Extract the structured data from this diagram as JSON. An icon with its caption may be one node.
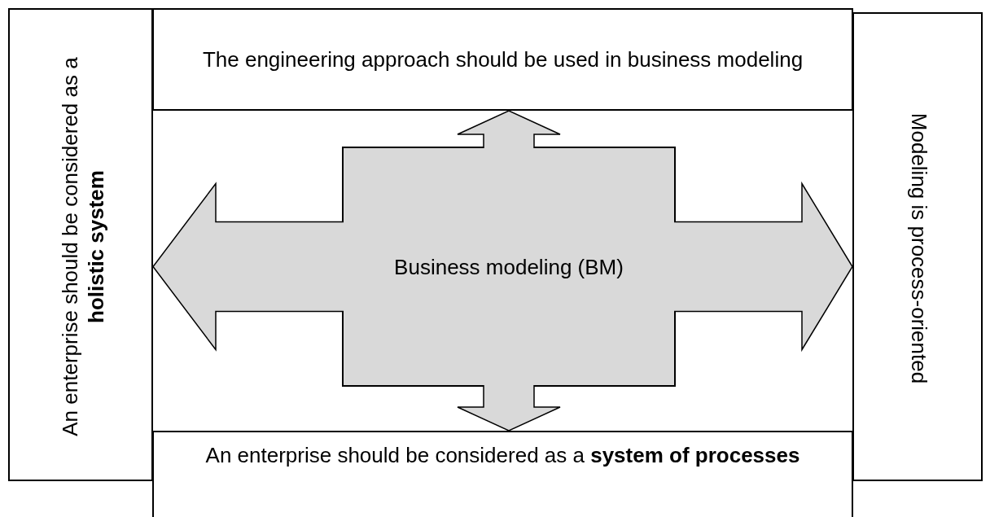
{
  "diagram": {
    "nodes": [
      {
        "text": [
          "An enterprise should be considered as a **holistic system**"
        ]
      },
      {
        "text": [
          "The engineering approach should be used in business modeling"
        ]
      },
      {
        "text": [
          "Modeling is process-oriented"
        ]
      },
      {
        "text": [
          "An enterprise should be considered as a **system of processes**"
        ]
      },
      {
        "text": [
          "Business modeling (BM)"
        ]
      }
    ],
    "edges": [
      {
        "from": 4,
        "to": 0,
        "arrow": "to"
      },
      {
        "from": 4,
        "to": 1,
        "arrow": "to"
      },
      {
        "from": 4,
        "to": 2,
        "arrow": "to"
      },
      {
        "from": 4,
        "to": 3,
        "arrow": "to"
      }
    ]
  }
}
